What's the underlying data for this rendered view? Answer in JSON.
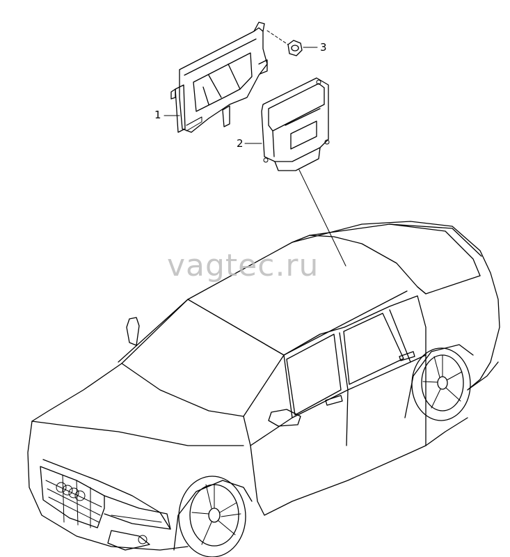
{
  "watermark": "vagtec.ru",
  "callouts": {
    "c1": "1",
    "c2": "2",
    "c3": "3"
  }
}
